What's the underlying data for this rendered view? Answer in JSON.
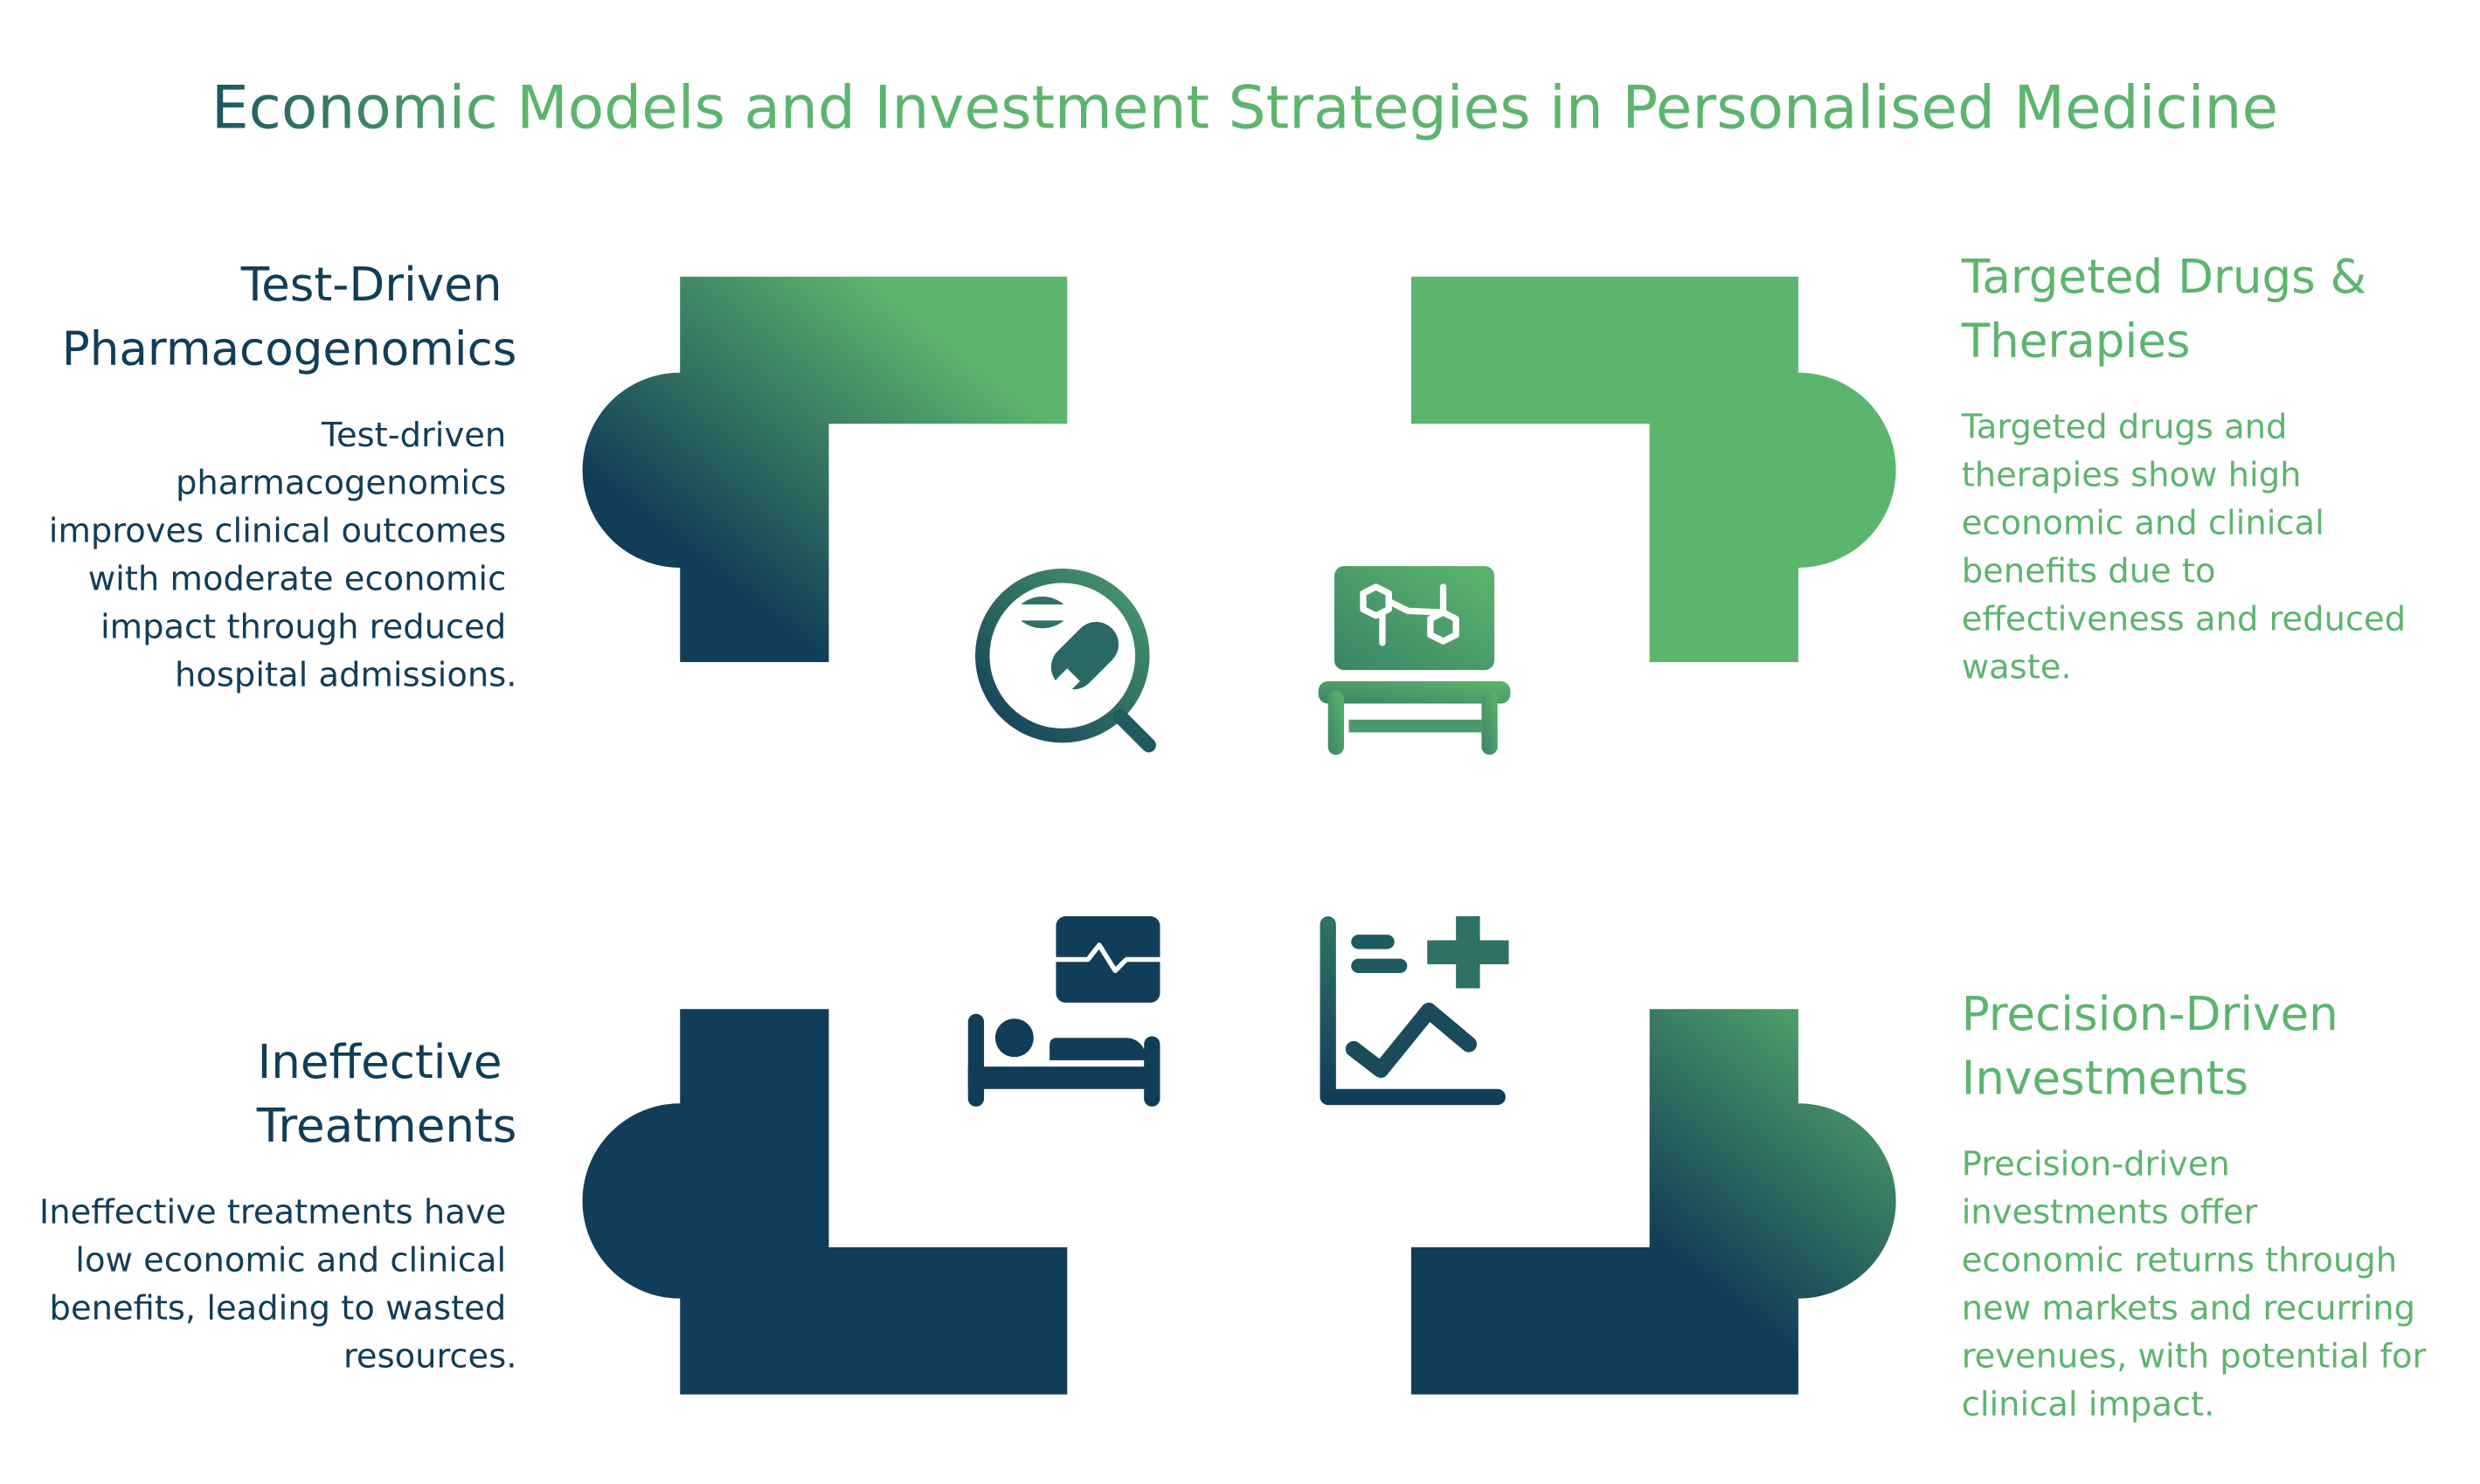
{
  "title": "Economic Models and Investment Strategies in Personalised Medicine",
  "colors": {
    "navy": "#123d58",
    "green": "#5cb56d",
    "teal": "#2f7166"
  },
  "quadrants": {
    "top_left": {
      "heading": [
        "Test-Driven",
        "Pharmacogenomics"
      ],
      "body": [
        "Test-driven",
        "pharmacogenomics",
        "improves clinical outcomes",
        "with moderate economic",
        "impact through reduced",
        "hospital admissions."
      ],
      "icon": "magnifier-pills-icon"
    },
    "top_right": {
      "heading": [
        "Targeted Drugs &",
        "Therapies"
      ],
      "body": [
        "Targeted drugs and",
        "therapies show high",
        "economic and clinical",
        "benefits due to",
        "effectiveness and reduced",
        "waste."
      ],
      "icon": "molecule-lab-icon"
    },
    "bottom_left": {
      "heading": [
        "Ineffective",
        "Treatments"
      ],
      "body": [
        "Ineffective treatments have",
        "low economic and clinical",
        "benefits, leading to wasted",
        "resources."
      ],
      "icon": "hospital-bed-monitor-icon"
    },
    "bottom_right": {
      "heading": [
        "Precision-Driven",
        "Investments"
      ],
      "body": [
        "Precision-driven",
        "investments offer",
        "economic returns through",
        "new markets and recurring",
        "revenues, with potential for",
        "clinical impact."
      ],
      "icon": "medical-chart-icon"
    }
  }
}
